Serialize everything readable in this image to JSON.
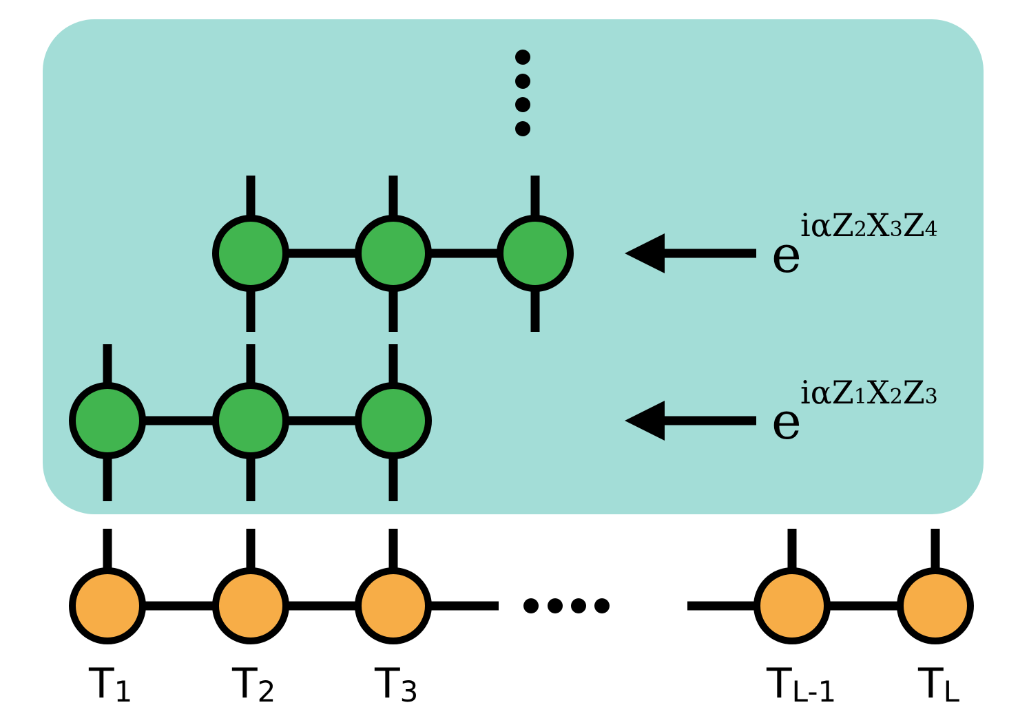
{
  "colors": {
    "background": "#ffffff",
    "panel": "#a3ddd7",
    "gate_node": "#41b54f",
    "mps_node": "#f7ad47",
    "stroke": "#000000"
  },
  "gates": [
    {
      "base": "e",
      "exponent": [
        {
          "t": "iαZ"
        },
        {
          "s": "2"
        },
        {
          "t": "X"
        },
        {
          "s": "3"
        },
        {
          "t": "Z"
        },
        {
          "s": "4"
        }
      ]
    },
    {
      "base": "e",
      "exponent": [
        {
          "t": "iαZ"
        },
        {
          "s": "1"
        },
        {
          "t": "X"
        },
        {
          "s": "2"
        },
        {
          "t": "Z"
        },
        {
          "s": "3"
        }
      ]
    }
  ],
  "mps_labels": [
    {
      "main": "T",
      "sub": "1"
    },
    {
      "main": "T",
      "sub": "2"
    },
    {
      "main": "T",
      "sub": "3"
    },
    {
      "main": "T",
      "sub": "L-1"
    },
    {
      "main": "T",
      "sub": "L"
    }
  ]
}
